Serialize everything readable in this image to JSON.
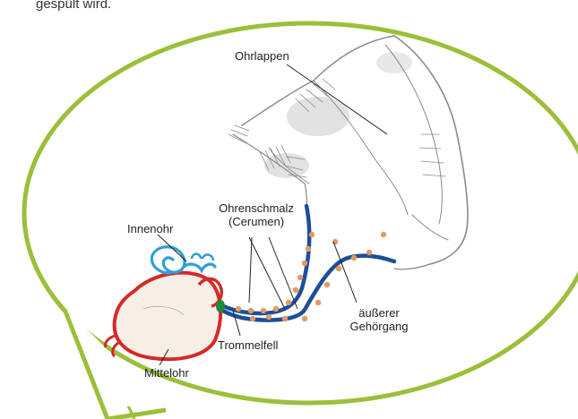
{
  "header_text": "gespült wird.",
  "labels": {
    "ohrlappen": "Ohrlappen",
    "innenohr": "Innenohr",
    "ohrenschmalz": "Ohrenschmalz",
    "cerumen": "(Cerumen)",
    "trommelfell": "Trommelfell",
    "mittelohr": "Mittelohr",
    "gehoergang_1": "äußerer",
    "gehoergang_2": "Gehörgang"
  },
  "colors": {
    "bubble_border": "#9bbf3a",
    "ear_canal": "#1d4e9a",
    "cerumen_dots": "#e39a63",
    "middle_ear": "#d42a2a",
    "inner_ear": "#2f9fd8",
    "eardrum": "#1f8a3a"
  }
}
